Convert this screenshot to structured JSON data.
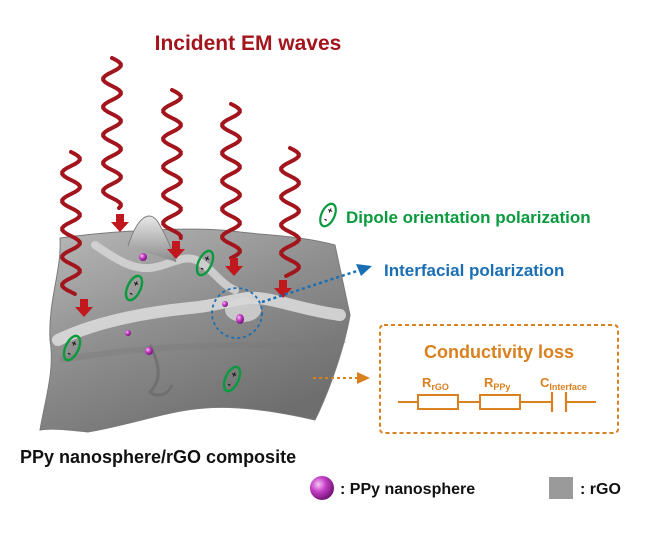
{
  "title": "Incident EM waves",
  "labels": {
    "dipole": "Dipole orientation polarization",
    "interfacial": "Interfacial polarization",
    "composite": "PPy nanosphere/rGO composite"
  },
  "circuit": {
    "title": "Conductivity loss",
    "r1": {
      "main": "R",
      "sub": "rGO"
    },
    "r2": {
      "main": "R",
      "sub": "PPy"
    },
    "c1": {
      "main": "C",
      "sub": "Interface"
    }
  },
  "legend": {
    "ppy": ": PPy nanosphere",
    "rgo": ": rGO"
  },
  "dipole_signs": {
    "plus": "+",
    "minus": "-"
  },
  "colors": {
    "wave": "#a3151c",
    "arrow": "#c0181c",
    "dipole": "#0a9a3e",
    "interfacial": "#1a6fb4",
    "circuit": "#d9801f",
    "sheet": "#9a9a9a",
    "ppy": "#c42fc4"
  }
}
